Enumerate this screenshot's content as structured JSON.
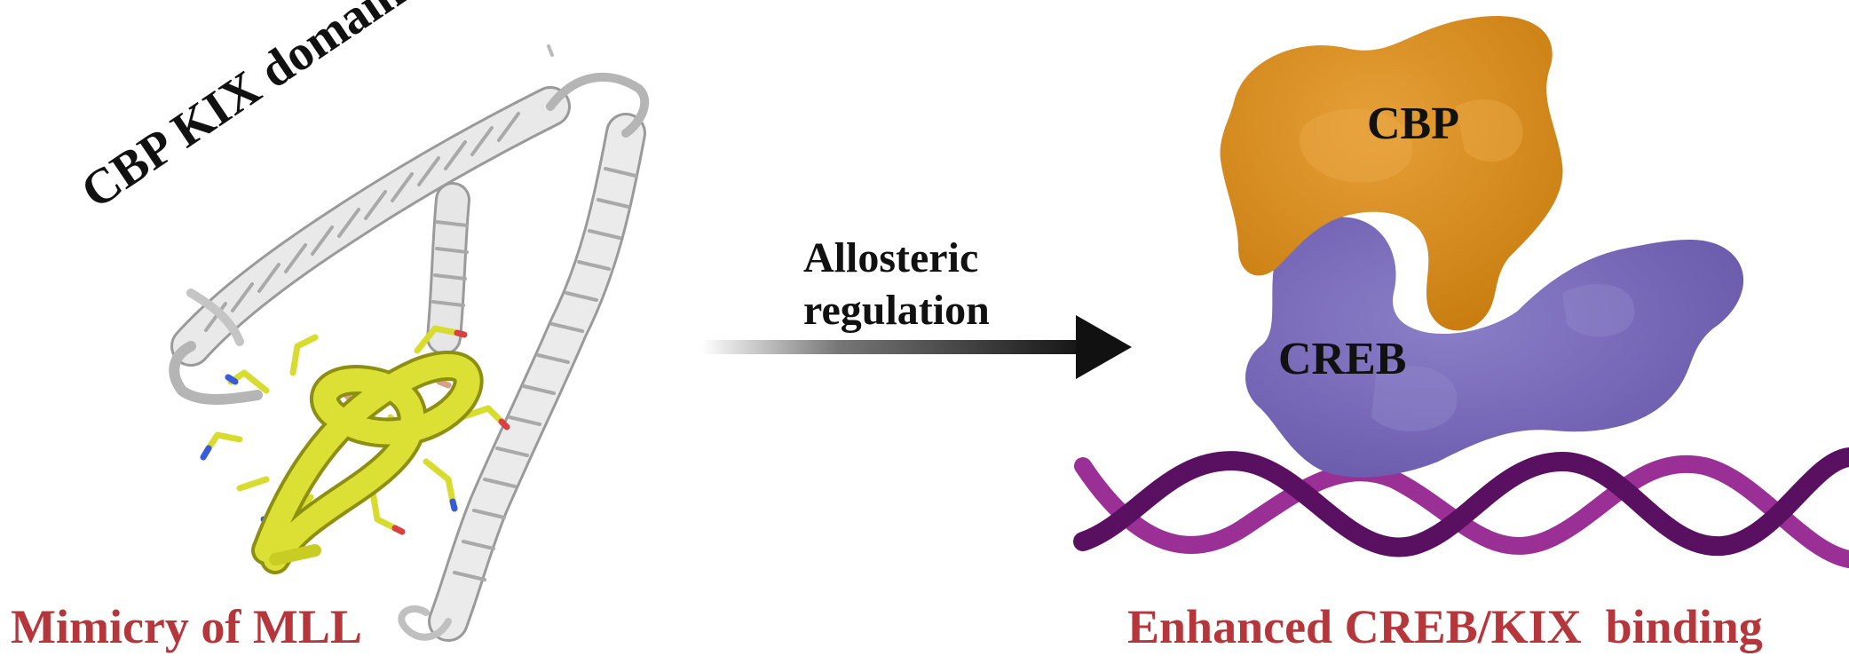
{
  "left_panel": {
    "protein_label": "CBP KIX domain",
    "caption": "Mimicry of MLL"
  },
  "arrow": {
    "label_line1": "Allosteric",
    "label_line2": "regulation"
  },
  "right_panel": {
    "cbp_label": "CBP",
    "creb_label": "CREB",
    "caption": "Enhanced CREB/KIX  binding"
  },
  "colors": {
    "caption_red": "#b5373b",
    "cbp_orange": "#d98e1c",
    "creb_purple": "#7a6bb8",
    "dna_dark": "#5a1060",
    "dna_light": "#9a2f96",
    "mll_yellow": "#d7dc2e",
    "kix_grey": "#e3e3e3"
  }
}
